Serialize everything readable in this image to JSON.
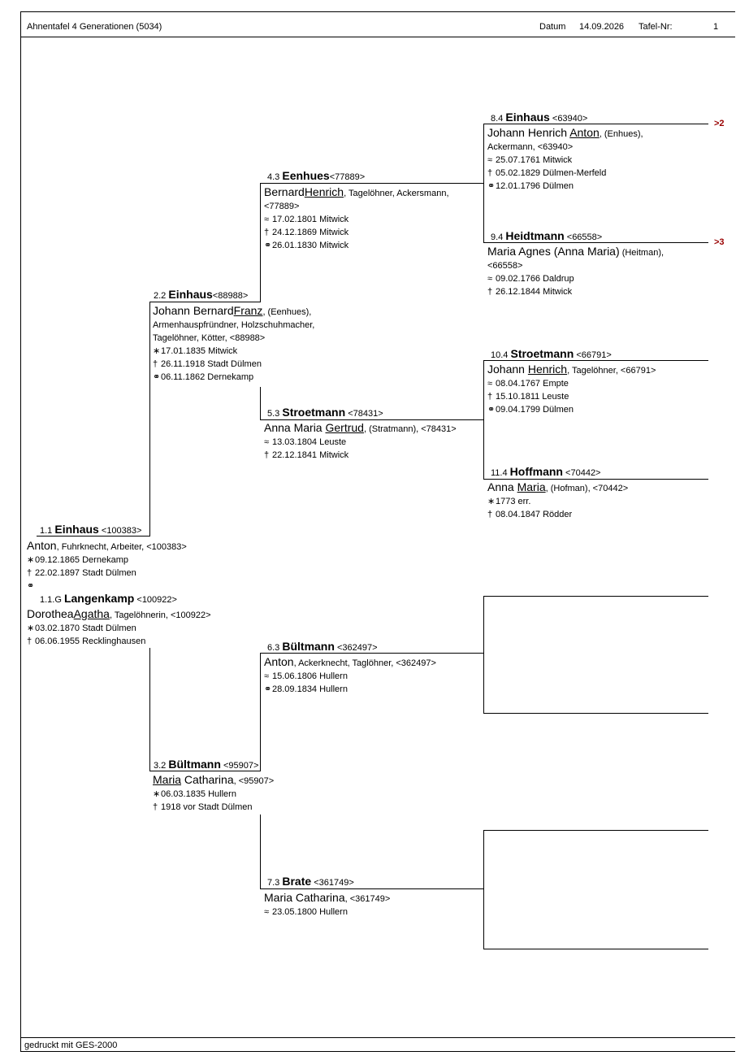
{
  "header": {
    "title": "Ahnentafel 4 Generationen (5034)",
    "datum_label": "Datum",
    "datum_value": "14.09.2026",
    "tafel_label": "Tafel-Nr:",
    "tafel_value": "1"
  },
  "footer": {
    "text": "gedruckt mit GES-2000"
  },
  "symbols": {
    "born": "≈",
    "star": "∗",
    "died": "†",
    "married": "⚭"
  },
  "persons": {
    "p1": {
      "num": "1.1",
      "surname": "Einhaus",
      "id": "<100383>",
      "given_plain": "Anton",
      "given_rest": ", Fuhrknecht, Arbeiter, <100383>",
      "l1": "09.12.1865 Dernekamp",
      "l2": "22.02.1897 Stadt Dülmen"
    },
    "spouse": {
      "num": "1.1.G",
      "surname": "Langenkamp",
      "id": "<100922>",
      "given_pre": "Dorothea",
      "given_u": "Agatha",
      "given_rest": ", Tagelöhnerin, <100922>",
      "l1": "03.02.1870 Stadt Dülmen",
      "l2": "06.06.1955 Recklinghausen"
    },
    "p2": {
      "num": "2.2",
      "surname": "Einhaus",
      "id": "<88988>",
      "given_pre": "Johann Bernard",
      "given_u": "Franz",
      "given_rest": ", (Eenhues),",
      "occ1": "Armenhauspfründner, Holzschuhmacher,",
      "occ2": "Tagelöhner, Kötter, <88988>",
      "l1": "17.01.1835 Mitwick",
      "l2": "26.11.1918 Stadt Dülmen",
      "l3": "06.11.1862 Dernekamp"
    },
    "p3": {
      "num": "3.2",
      "surname": "Bültmann",
      "id": "<95907>",
      "given_u": "Maria",
      "given_post": " Catharina",
      "given_rest": ", <95907>",
      "l1": "06.03.1835 Hullern",
      "l2": "1918 vor Stadt Dülmen"
    },
    "p4": {
      "num": "4.3",
      "surname": "Eenhues",
      "id": "<77889>",
      "given_pre": "Bernard",
      "given_u": "Henrich",
      "given_rest": ", Tagelöhner, Ackersmann,",
      "occ1": "<77889>",
      "l1": "17.02.1801 Mitwick",
      "l2": "24.12.1869 Mitwick",
      "l3": "26.01.1830 Mitwick"
    },
    "p5": {
      "num": "5.3",
      "surname": "Stroetmann",
      "id": "<78431>",
      "given_pre": "Anna Maria ",
      "given_u": "Gertrud",
      "given_rest": ", (Stratmann), <78431>",
      "l1": "13.03.1804 Leuste",
      "l2": "22.12.1841 Mitwick"
    },
    "p6": {
      "num": "6.3",
      "surname": "Bültmann",
      "id": "<362497>",
      "given_plain": "Anton",
      "given_rest": ", Ackerknecht, Taglöhner, <362497>",
      "l1": "15.06.1806 Hullern",
      "l2": "28.09.1834 Hullern"
    },
    "p7": {
      "num": "7.3",
      "surname": "Brate",
      "id": "<361749>",
      "given_plain": "Maria Catharina",
      "given_rest": ", <361749>",
      "l1": "23.05.1800 Hullern"
    },
    "p8": {
      "num": "8.4",
      "surname": "Einhaus",
      "id": "<63940>",
      "given_pre": "Johann Henrich ",
      "given_u": "Anton",
      "given_rest": ", (Enhues),",
      "occ1": "Ackermann, <63940>",
      "l1": "25.07.1761 Mitwick",
      "l2": "05.02.1829 Dülmen-Merfeld",
      "l3": "12.01.1796 Dülmen",
      "cont": ">2"
    },
    "p9": {
      "num": "9.4",
      "surname": "Heidtmann",
      "id": "<66558>",
      "given_plain": "Maria Agnes (Anna Maria)",
      "given_rest": " (Heitman),",
      "occ1": "<66558>",
      "l1": "09.02.1766 Daldrup",
      "l2": "26.12.1844 Mitwick",
      "cont": ">3"
    },
    "p10": {
      "num": "10.4",
      "surname": "Stroetmann",
      "id": "<66791>",
      "given_pre": "Johann ",
      "given_u": "Henrich",
      "given_rest": ", Tagelöhner, <66791>",
      "l1": "08.04.1767 Empte",
      "l2": "15.10.1811 Leuste",
      "l3": "09.04.1799 Dülmen"
    },
    "p11": {
      "num": "11.4",
      "surname": "Hoffmann",
      "id": "<70442>",
      "given_pre": "Anna ",
      "given_u": "Maria",
      "given_rest": ", (Hofman), <70442>",
      "l1": "1773 err.",
      "l2": "08.04.1847 Rödder"
    }
  }
}
